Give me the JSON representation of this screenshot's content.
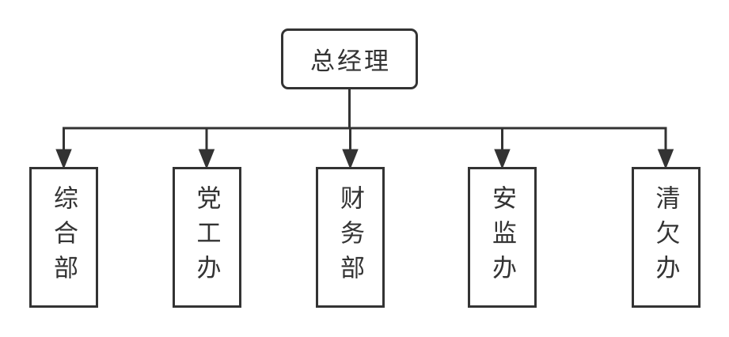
{
  "diagram": {
    "type": "org-chart",
    "root": {
      "label": "总经理"
    },
    "children": [
      {
        "label": "综合部"
      },
      {
        "label": "党工办"
      },
      {
        "label": "财务部"
      },
      {
        "label": "安监办"
      },
      {
        "label": "清欠办"
      }
    ],
    "colors": {
      "line": "#333333",
      "box_border": "#333333",
      "text": "#333333",
      "background": "#ffffff"
    }
  }
}
